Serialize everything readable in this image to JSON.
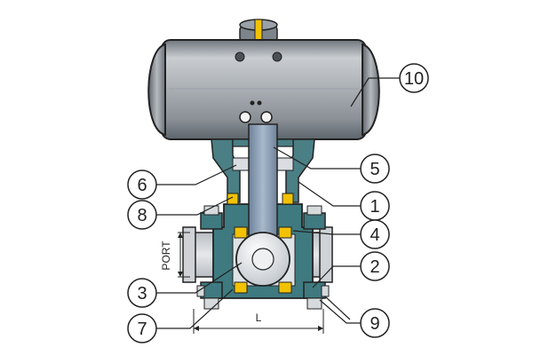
{
  "callouts": [
    {
      "id": "1",
      "label": "1"
    },
    {
      "id": "2",
      "label": "2"
    },
    {
      "id": "3",
      "label": "3"
    },
    {
      "id": "4",
      "label": "4"
    },
    {
      "id": "5",
      "label": "5"
    },
    {
      "id": "6",
      "label": "6"
    },
    {
      "id": "7",
      "label": "7"
    },
    {
      "id": "8",
      "label": "8"
    },
    {
      "id": "9",
      "label": "9"
    },
    {
      "id": "10",
      "label": "10"
    }
  ],
  "dimensions": {
    "port_label": "PORT",
    "length_label": "L"
  },
  "colors": {
    "actuator_body": "#a8aeb4",
    "bracket_teal": "#4a7f85",
    "body_teal": "#3f7a80",
    "seal_yellow": "#f2c200",
    "stem_blue": "#8fa2b8",
    "ball_light": "#e9ecef",
    "outline": "#222222"
  }
}
